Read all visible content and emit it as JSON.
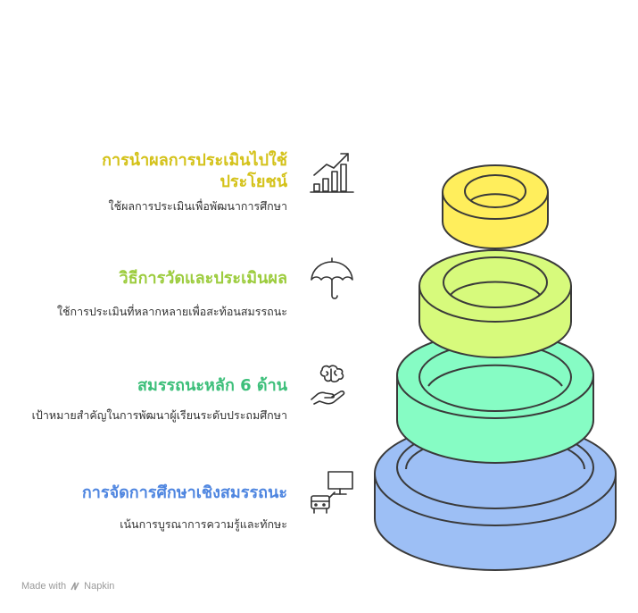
{
  "items": [
    {
      "title": "การนำผลการประเมินไปใช้ประโยชน์",
      "desc": "ใช้ผลการประเมินเพื่อพัฒนาการศึกษา",
      "color": "#d4c21a",
      "icon": "growth-chart-icon"
    },
    {
      "title": "วิธีการวัดและประเมินผล",
      "desc": "ใช้การประเมินที่หลากหลายเพื่อสะท้อนสมรรถนะ",
      "color": "#9ccc3d",
      "icon": "umbrella-icon"
    },
    {
      "title": "สมรรถนะหลัก 6 ด้าน",
      "desc": "เป้าหมายสำคัญในการพัฒนาผู้เรียนระดับประถมศึกษา",
      "color": "#3dbf7a",
      "icon": "brain-hand-icon"
    },
    {
      "title": "การจัดการศึกษาเชิงสมรรถนะ",
      "desc": "เน้นการบูรณาการความรู้และทักษะ",
      "color": "#4f86e0",
      "icon": "classroom-icon"
    }
  ],
  "rings": [
    {
      "fill": "#9dbff5",
      "name": "ring-competency-education"
    },
    {
      "fill": "#86fcc4",
      "name": "ring-core-competencies"
    },
    {
      "fill": "#d7fa7c",
      "name": "ring-assessment-methods"
    },
    {
      "fill": "#ffee5c",
      "name": "ring-assessment-use"
    }
  ],
  "footer": {
    "made_with": "Made with",
    "brand": "Napkin"
  }
}
